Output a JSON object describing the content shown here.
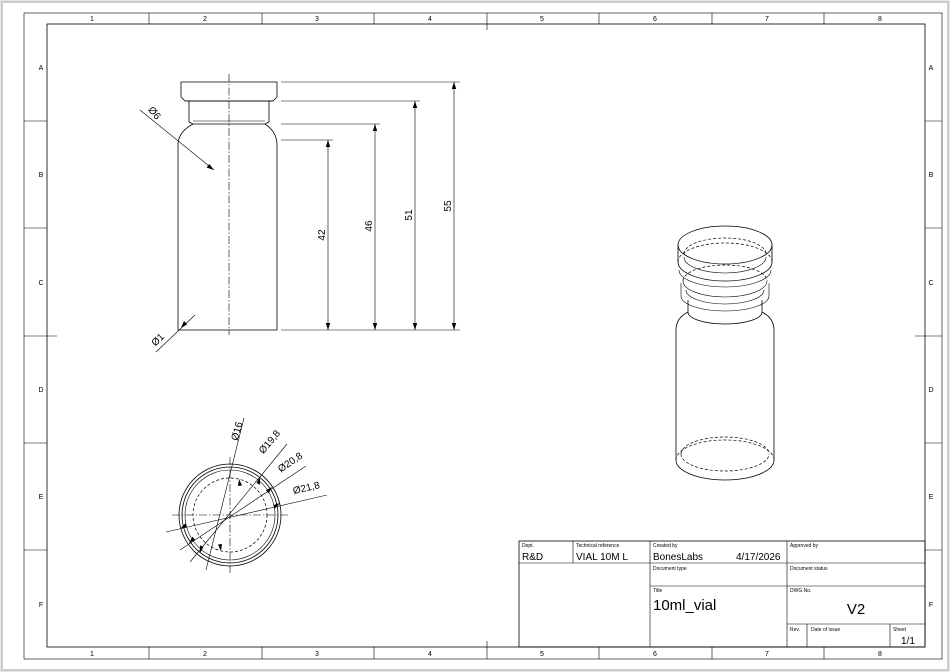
{
  "zones": {
    "columns": [
      "1",
      "2",
      "3",
      "4",
      "5",
      "6",
      "7",
      "8"
    ],
    "rows": [
      "A",
      "B",
      "C",
      "D",
      "E",
      "F"
    ]
  },
  "dimensions": {
    "front": {
      "dia_neck": "Ø6",
      "dia_base": "Ø1",
      "h42": "42",
      "h46": "46",
      "h51": "51",
      "h55": "55"
    },
    "top": {
      "d16": "Ø16",
      "d19_8": "Ø19,8",
      "d20_8": "Ø20,8",
      "d21_8": "Ø21,8"
    }
  },
  "title_block": {
    "dept_label": "Dept.",
    "dept_value": "R&D",
    "techref_label": "Technical reference",
    "techref_value": "VIAL 10M L",
    "created_label": "Created by",
    "created_value": "BonesLabs",
    "created_date": "4/17/2026",
    "approved_label": "Approved by",
    "doctype_label": "Document type",
    "docstatus_label": "Document status",
    "title_label": "Title",
    "title_value": "10ml_vial",
    "dwg_label": "DWG No.",
    "dwg_value": "V2",
    "rev_label": "Rev.",
    "date_issue_label": "Date of issue",
    "sheet_label": "Sheet",
    "sheet_value": "1/1"
  }
}
